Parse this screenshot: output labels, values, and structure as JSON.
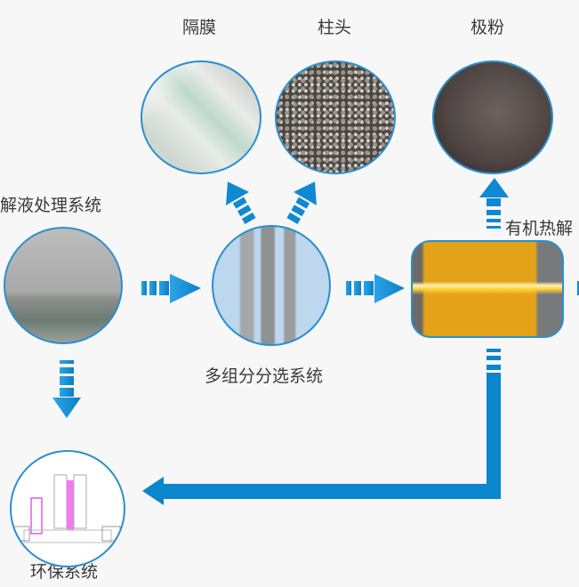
{
  "colors": {
    "arrow": "#1188d2",
    "arrow_light": "#29a3e6",
    "border": "#2a8fcf",
    "background": "#f7f7f7"
  },
  "nodes": {
    "separator": {
      "label": "隔膜"
    },
    "pole": {
      "label": "柱头"
    },
    "powder": {
      "label": "极粉"
    },
    "electrolyte": {
      "label": "电解液处理系统"
    },
    "sorting": {
      "label": "多组分分选系统"
    },
    "pyrolysis": {
      "label": "有机热解"
    },
    "environment": {
      "label": "环保系统"
    }
  }
}
